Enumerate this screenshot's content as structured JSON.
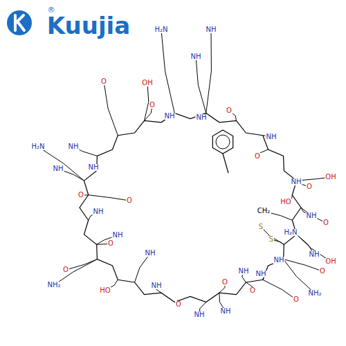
{
  "diagram": {
    "labels": [
      "®",
      "Kuujia",
      "H₂N",
      "NH",
      "NH",
      "OH",
      "O",
      "O",
      "NH",
      "O",
      "NH",
      "NH",
      "O",
      "H₂N",
      "NH",
      "NH",
      "NH",
      "O",
      "NH",
      "O",
      "NH",
      "O",
      "NH",
      "O",
      "NH₂",
      "HO",
      "NH",
      "O",
      "NH",
      "O",
      "NH",
      "O",
      "NH",
      "CH₂",
      "S",
      "S",
      "NH",
      "OH",
      "O",
      "HO",
      "NH",
      "H₂N",
      "O",
      "NH",
      "OH",
      "O",
      "NH₂",
      "O",
      "NH",
      "NH"
    ]
  }
}
